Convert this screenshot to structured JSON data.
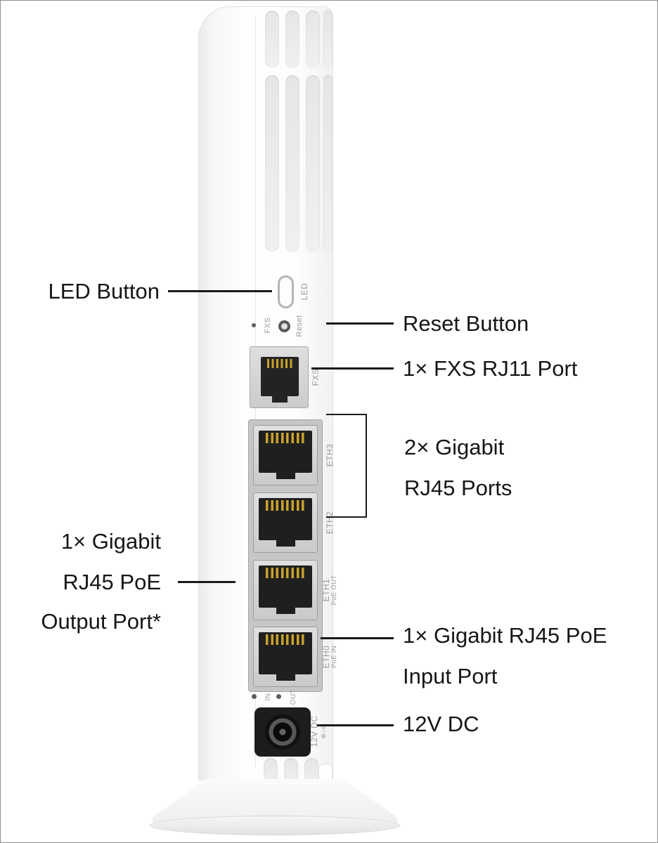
{
  "callouts": {
    "led_button": {
      "label": "LED Button"
    },
    "reset_button": {
      "label": "Reset Button"
    },
    "fxs_port": {
      "label": "1× FXS RJ11 Port"
    },
    "gigabit_ports": {
      "line1": "2× Gigabit",
      "line2": "RJ45 Ports"
    },
    "poe_output": {
      "line1": "1× Gigabit",
      "line2": "RJ45 PoE",
      "line3": "Output Port*"
    },
    "poe_input": {
      "line1": "1× Gigabit RJ45 PoE",
      "line2": "Input Port"
    },
    "dc_power": {
      "label": "12V DC"
    }
  },
  "device": {
    "led_button_label": "LED",
    "fxs_led_label": "FXS",
    "reset_label": "Reset",
    "rj11_label": "FXS",
    "eth_ports": [
      {
        "label": "ETH3"
      },
      {
        "label": "ETH2"
      },
      {
        "label": "ETH1",
        "sub": "PoE OUT"
      },
      {
        "label": "ETH0",
        "sub": "PoE IN"
      }
    ],
    "poe_in_led": "IN",
    "poe_out_led": "OUT",
    "dc_label": "12V DC",
    "dc_polarity": "⊕–⊖"
  },
  "colors": {
    "callout_text": "#161616",
    "callout_line": "#1a1a1a",
    "device_label": "#9b9b9b",
    "port_panel": "#c6c6c6",
    "port_dark": "#1f1f1f",
    "pin_gold": "#c9a22c",
    "body_white": "#fdfdfd"
  }
}
